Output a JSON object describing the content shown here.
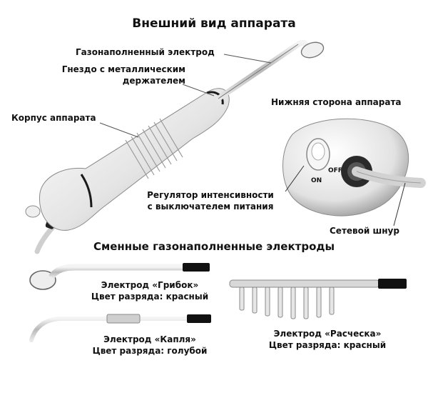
{
  "title": "Внешний вид аппарата",
  "labels": {
    "gas_electrode": "Газонаполненный электрод",
    "socket_line1": "Гнездо с металлическим",
    "socket_line2": "держателем",
    "body": "Корпус аппарата",
    "bottom_side": "Нижняя сторона аппарата",
    "regulator_line1": "Регулятор интенсивности",
    "regulator_line2": "с выключателем питания",
    "cord": "Сетевой шнур",
    "switch_on": "ON",
    "switch_off": "OFF"
  },
  "replaceable_title": "Сменные газонаполненные электроды",
  "electrodes": {
    "mushroom": {
      "name": "Электрод «Грибок»",
      "color": "Цвет разряда: красный"
    },
    "drop": {
      "name": "Электрод «Капля»",
      "color": "Цвет разряда: голубой"
    },
    "comb": {
      "name": "Электрод «Расческа»",
      "color": "Цвет разряда: красный"
    }
  }
}
